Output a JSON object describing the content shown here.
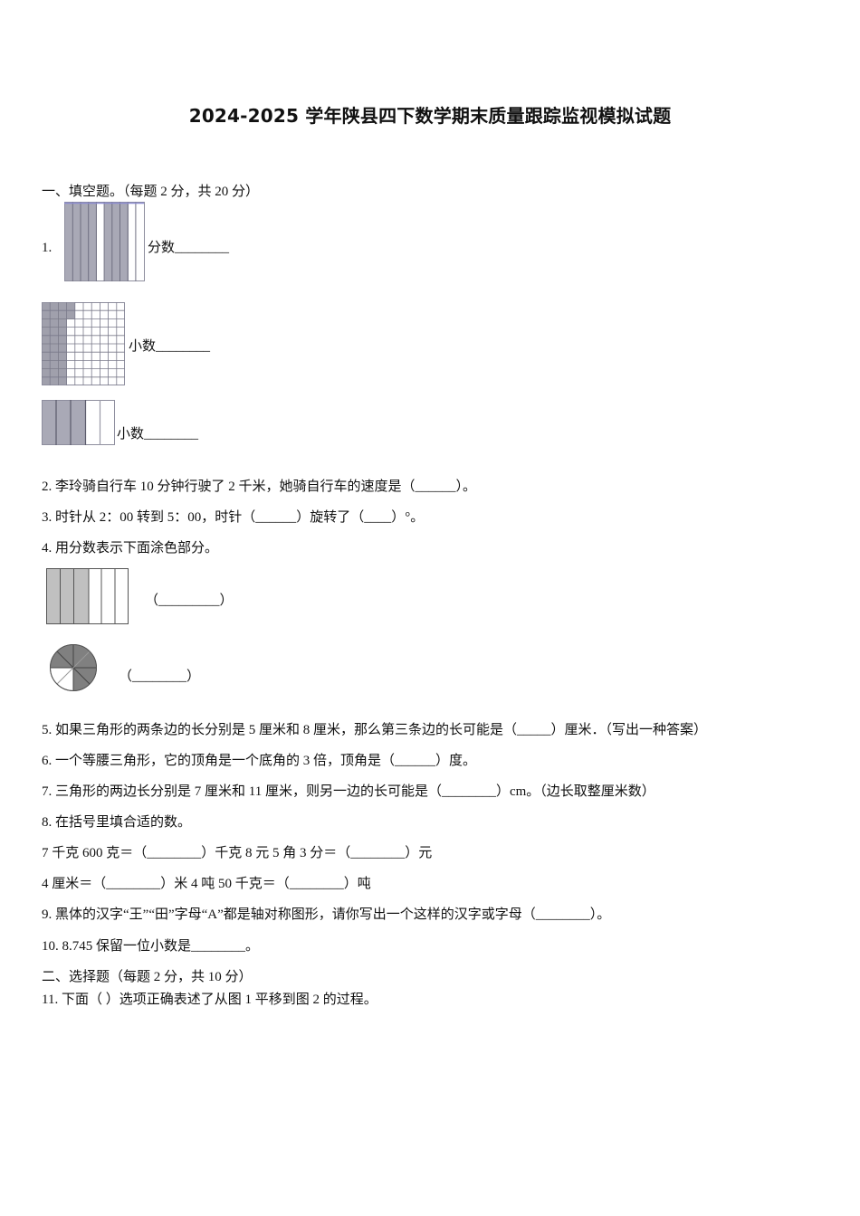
{
  "document": {
    "title": "2024-2025 学年陕县四下数学期末质量跟踪监视模拟试题",
    "sections": [
      {
        "heading": "一、填空题。（每题 2 分，共 20 分）",
        "questions": [
          {
            "number": "1.",
            "parts": [
              {
                "label": "分数________",
                "figure": "10-column bar, 7 of 10 columns shaded"
              },
              {
                "label": "小数________",
                "figure": "10x10 grid, 3 columns + partial shaded"
              },
              {
                "label": "小数________",
                "figure": "5-column bar, 3 of 5 shaded"
              }
            ]
          },
          {
            "number": "2.",
            "text": "李玲骑自行车 10 分钟行驶了 2 千米，她骑自行车的速度是（______）。"
          },
          {
            "number": "3.",
            "text": "时针从 2：00 转到 5：00，时针（______）旋转了（____）°。"
          },
          {
            "number": "4.",
            "text": "用分数表示下面涂色部分。",
            "parts": [
              {
                "label": "（_________）",
                "figure": "rectangle divided into 6 columns, 3 shaded"
              },
              {
                "label": "（________）",
                "figure": "circle divided into 8 sectors, 6 shaded"
              }
            ]
          },
          {
            "number": "5.",
            "text": "如果三角形的两条边的长分别是 5 厘米和 8 厘米，那么第三条边的长可能是（_____）厘米．（写出一种答案）"
          },
          {
            "number": "6.",
            "text": "一个等腰三角形，它的顶角是一个底角的 3 倍，顶角是（______）度。"
          },
          {
            "number": "7.",
            "text": "三角形的两边长分别是 7 厘米和 11 厘米，则另一边的长可能是（________）cm。（边长取整厘米数）"
          },
          {
            "number": "8.",
            "text": "在括号里填合适的数。",
            "lines": [
              "7 千克 600 克＝（________）千克   8 元 5 角 3 分＝（________）元",
              "4 厘米＝（________）米   4 吨 50 千克＝（________）吨"
            ]
          },
          {
            "number": "9.",
            "text": "黑体的汉字“王”“田”字母“A”都是轴对称图形，请你写出一个这样的汉字或字母（________）。"
          },
          {
            "number": "10.",
            "text": "8.745 保留一位小数是________。"
          }
        ]
      },
      {
        "heading": "二、选择题（每题 2 分，共 10 分）",
        "questions": [
          {
            "number": "11.",
            "text": "下面（   ）选项正确表述了从图 1 平移到图 2 的过程。"
          }
        ]
      }
    ]
  },
  "colors": {
    "scan_shade": "#a9a9b6",
    "bar_shade": "#c0c0c0",
    "pie_shade": "#808080",
    "text": "#111111"
  }
}
